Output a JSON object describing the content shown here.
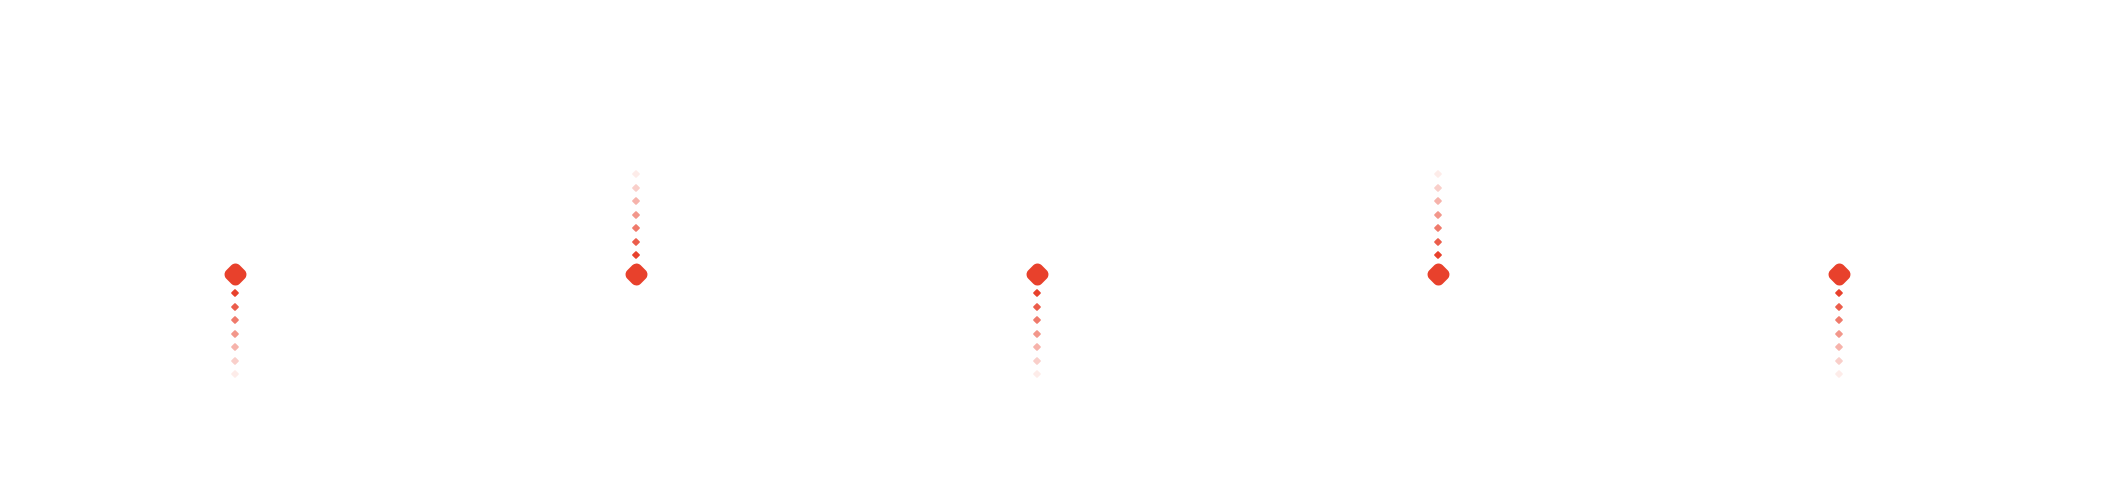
{
  "accent_color": "#e8412c",
  "nodes": [
    {
      "id": "node-1",
      "trail_direction": "down",
      "icon": "diamond-marker-icon"
    },
    {
      "id": "node-2",
      "trail_direction": "up",
      "icon": "diamond-marker-icon"
    },
    {
      "id": "node-3",
      "trail_direction": "down",
      "icon": "diamond-marker-icon"
    },
    {
      "id": "node-4",
      "trail_direction": "up",
      "icon": "diamond-marker-icon"
    },
    {
      "id": "node-5",
      "trail_direction": "down",
      "icon": "diamond-marker-icon"
    }
  ]
}
